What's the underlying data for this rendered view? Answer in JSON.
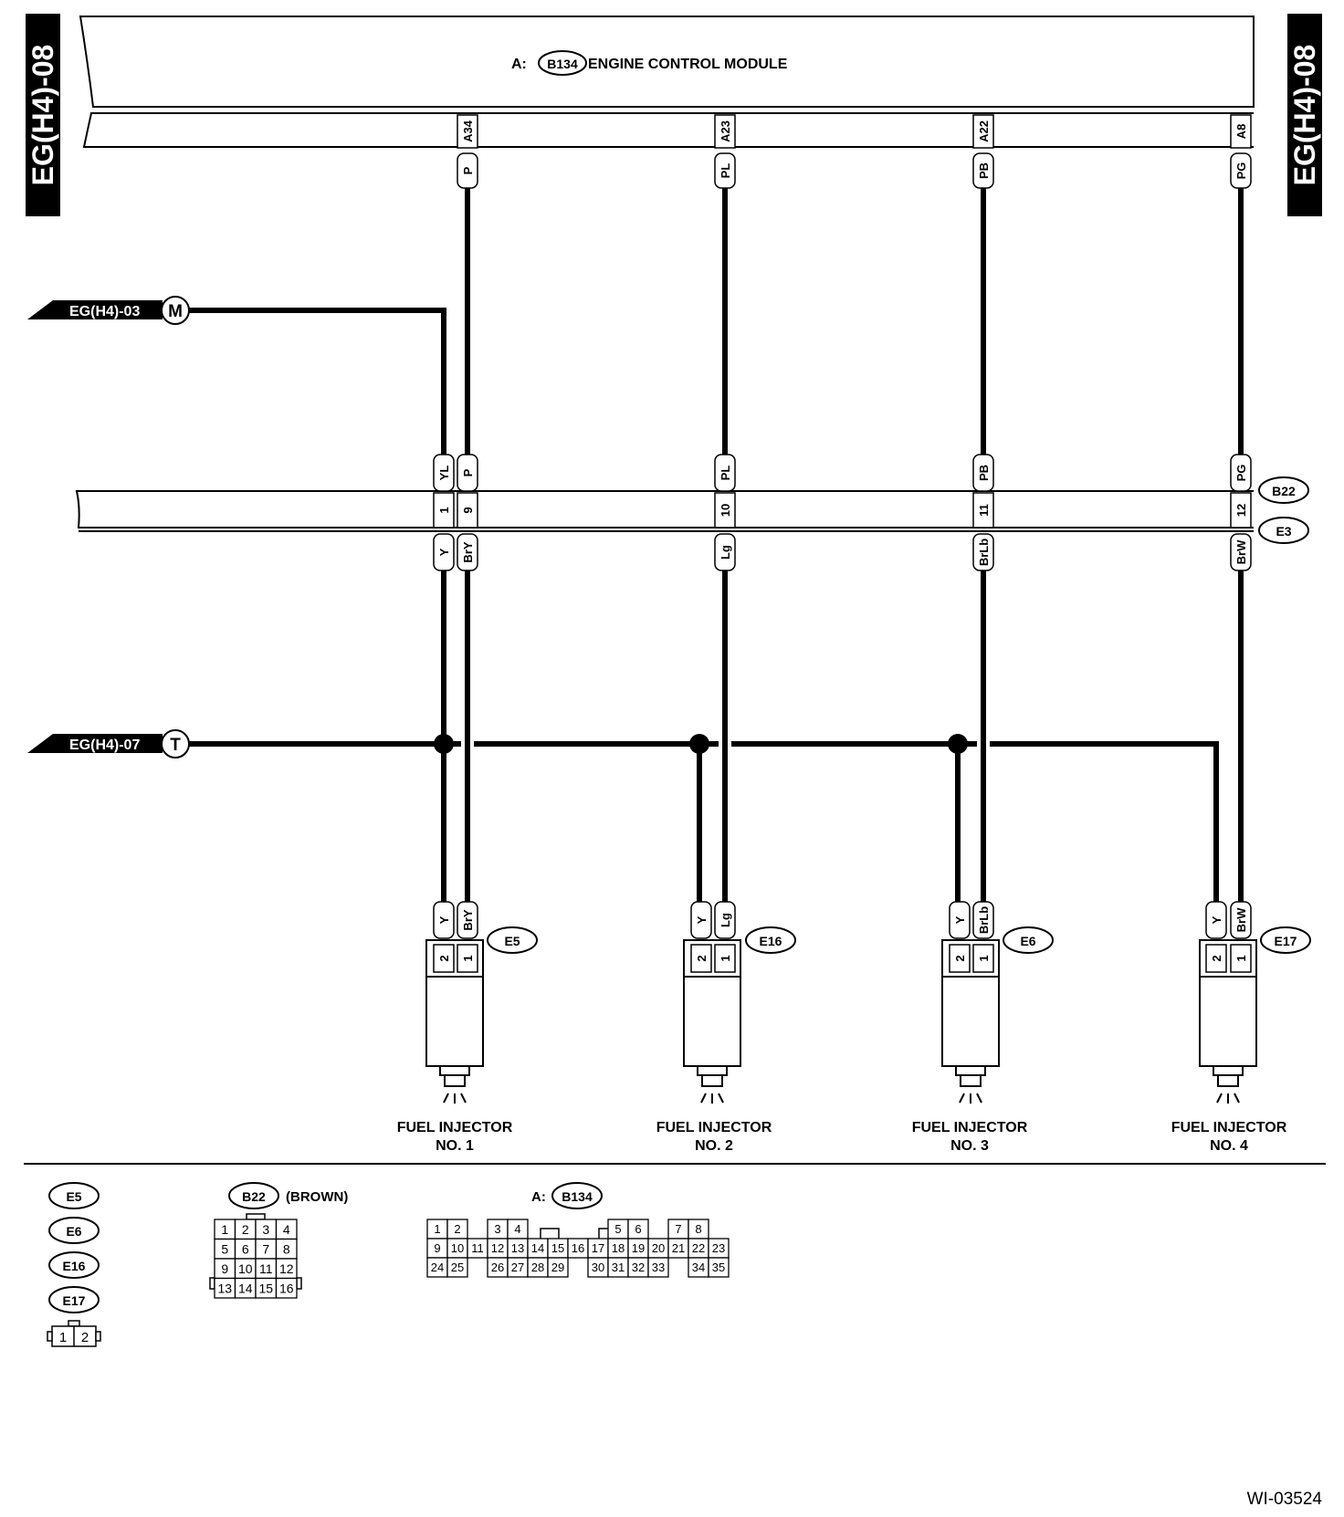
{
  "page_tags": {
    "left": "EG(H4)-08",
    "right": "EG(H4)-08"
  },
  "ecm": {
    "prefix": "A:",
    "connector": "B134",
    "name": "ENGINE CONTROL MODULE"
  },
  "ecm_pins": [
    {
      "pin": "A34",
      "wire": "P"
    },
    {
      "pin": "A23",
      "wire": "PL"
    },
    {
      "pin": "A22",
      "wire": "PB"
    },
    {
      "pin": "A8",
      "wire": "PG"
    }
  ],
  "references": {
    "m": {
      "page": "EG(H4)-03",
      "letter": "M"
    },
    "t": {
      "page": "EG(H4)-07",
      "letter": "T"
    }
  },
  "joint": {
    "upper_connector": "B22",
    "lower_connector": "E3",
    "pins": [
      {
        "pin": "1",
        "upper": "YL",
        "lower": "Y"
      },
      {
        "pin": "9",
        "upper": "P",
        "lower": "BrY"
      },
      {
        "pin": "10",
        "upper": "PL",
        "lower": "Lg"
      },
      {
        "pin": "11",
        "upper": "PB",
        "lower": "BrLb"
      },
      {
        "pin": "12",
        "upper": "PG",
        "lower": "BrW"
      }
    ]
  },
  "injectors": [
    {
      "connector": "E5",
      "pin2_wire": "Y",
      "pin1_wire": "BrY",
      "pin2": "2",
      "pin1": "1",
      "label1": "FUEL INJECTOR",
      "label2": "NO. 1"
    },
    {
      "connector": "E16",
      "pin2_wire": "Y",
      "pin1_wire": "Lg",
      "pin2": "2",
      "pin1": "1",
      "label1": "FUEL INJECTOR",
      "label2": "NO. 2"
    },
    {
      "connector": "E6",
      "pin2_wire": "Y",
      "pin1_wire": "BrLb",
      "pin2": "2",
      "pin1": "1",
      "label1": "FUEL INJECTOR",
      "label2": "NO. 3"
    },
    {
      "connector": "E17",
      "pin2_wire": "Y",
      "pin1_wire": "BrW",
      "pin2": "2",
      "pin1": "1",
      "label1": "FUEL INJECTOR",
      "label2": "NO. 4"
    }
  ],
  "legend": {
    "injector_connectors": [
      "E5",
      "E6",
      "E16",
      "E17"
    ],
    "injector_pins": [
      "1",
      "2"
    ],
    "b22": {
      "connector": "B22",
      "color": "(BROWN)",
      "rows": [
        [
          "1",
          "2",
          "3",
          "4"
        ],
        [
          "5",
          "6",
          "7",
          "8"
        ],
        [
          "9",
          "10",
          "11",
          "12"
        ],
        [
          "13",
          "14",
          "15",
          "16"
        ]
      ]
    },
    "b134": {
      "prefix": "A:",
      "connector": "B134",
      "rows": [
        [
          "1",
          "2",
          "",
          "3",
          "4",
          "",
          "",
          "",
          "",
          "5",
          "6",
          "",
          "7",
          "8"
        ],
        [
          "9",
          "10",
          "11",
          "12",
          "13",
          "14",
          "15",
          "16",
          "17",
          "18",
          "19",
          "20",
          "21",
          "22",
          "23"
        ],
        [
          "24",
          "25",
          "",
          "26",
          "27",
          "28",
          "29",
          "",
          "30",
          "31",
          "32",
          "33",
          "",
          "34",
          "35"
        ]
      ]
    }
  },
  "figure_id": "WI-03524"
}
